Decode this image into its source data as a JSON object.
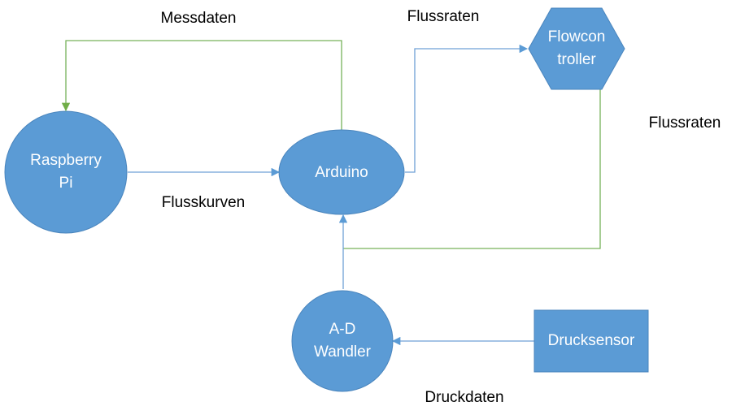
{
  "nodes": {
    "raspberry_pi": {
      "line1": "Raspberry",
      "line2": "Pi"
    },
    "arduino": {
      "label": "Arduino"
    },
    "flowcontroller": {
      "line1": "Flowcon",
      "line2": "troller"
    },
    "ad_wandler": {
      "line1": "A-D",
      "line2": "Wandler"
    },
    "drucksensor": {
      "label": "Drucksensor"
    }
  },
  "edges": {
    "messdaten": "Messdaten",
    "flussraten_to_controller": "Flussraten",
    "flussraten_from_controller": "Flussraten",
    "flusskurven": "Flusskurven",
    "druckdaten": "Druckdaten"
  },
  "colors": {
    "node_fill": "#5b9bd5",
    "node_text": "#ffffff",
    "arrow_blue": "#6fa0d6",
    "arrow_green": "#77b25a"
  }
}
